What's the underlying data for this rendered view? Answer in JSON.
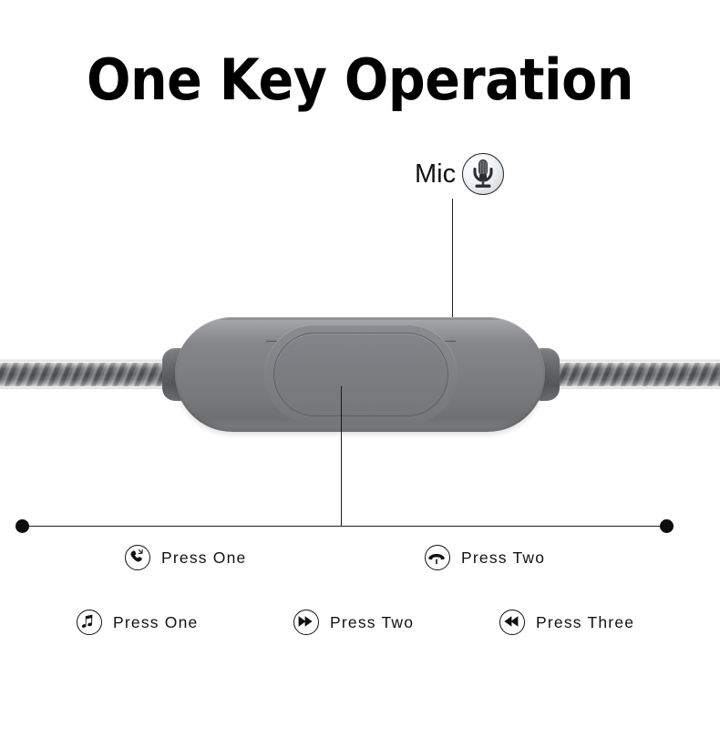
{
  "page": {
    "title": "One Key Operation",
    "background_color": "#ffffff",
    "text_color": "#121212"
  },
  "callout": {
    "mic_label": "Mic",
    "mic_icon": "studio-microphone-icon",
    "leader_line_color": "#1a1a1a"
  },
  "device": {
    "name": "inline-remote-control-module",
    "body_color": "#7e8083",
    "button_color": "#7c7e82",
    "cable_color": "#5a5b5d",
    "grommet_color": "#5f6164"
  },
  "divider": {
    "line_color": "#1f1f1f",
    "dot_color": "#0d0d0d"
  },
  "legend": {
    "rows": [
      {
        "items": [
          {
            "icon": "answer-call-icon",
            "label": "Press One"
          },
          {
            "icon": "end-call-icon",
            "label": "Press Two"
          }
        ]
      },
      {
        "items": [
          {
            "icon": "music-note-icon",
            "label": "Press One"
          },
          {
            "icon": "fast-forward-icon",
            "label": "Press Two"
          },
          {
            "icon": "rewind-icon",
            "label": "Press Three"
          }
        ]
      }
    ]
  }
}
